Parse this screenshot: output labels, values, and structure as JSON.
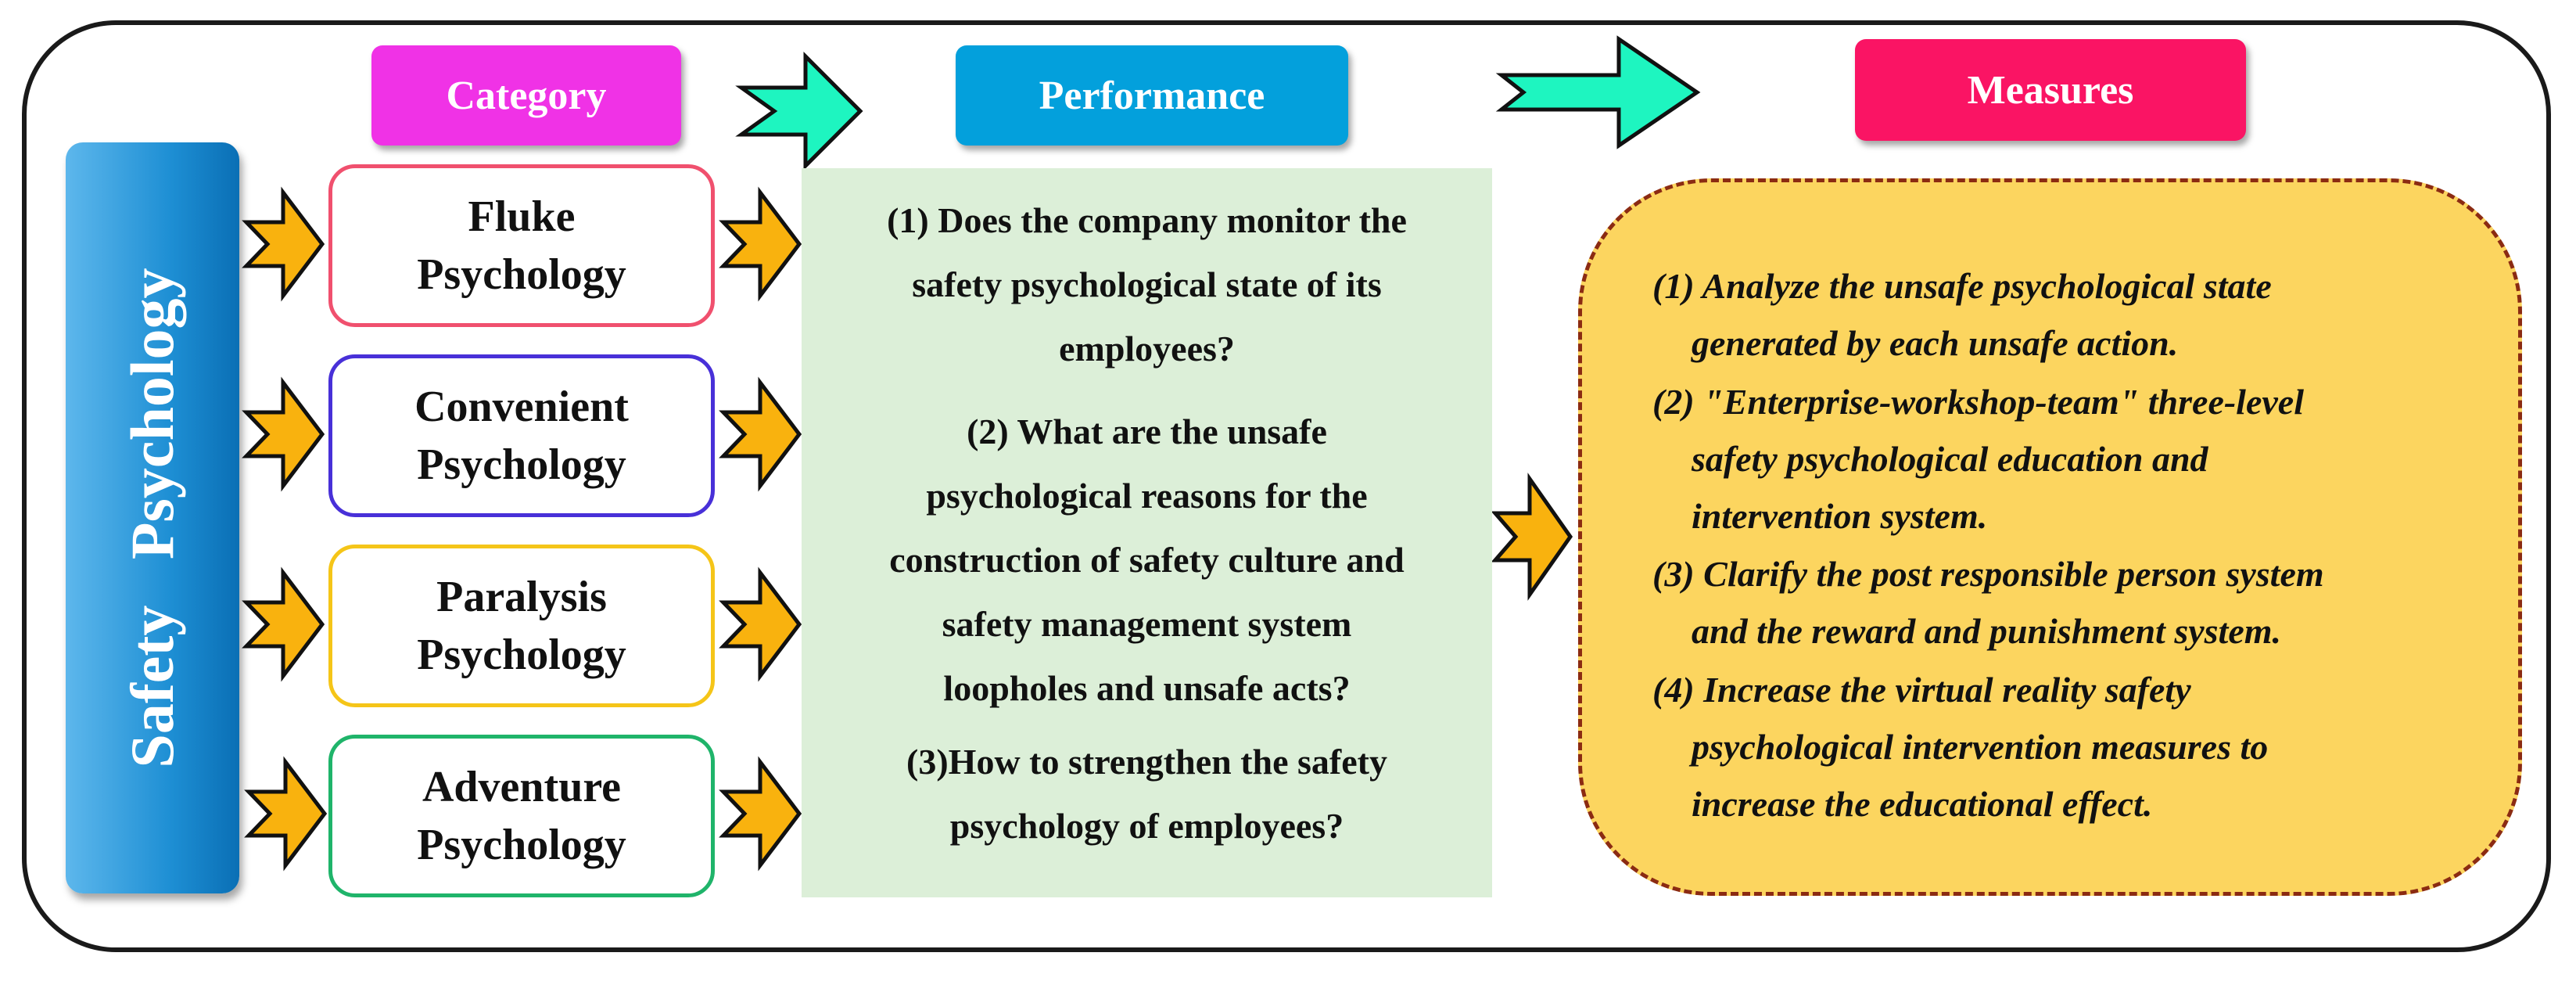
{
  "headers": {
    "category": "Category",
    "performance": "Performance",
    "measures": "Measures"
  },
  "safety_label": "Safety   Psychology",
  "categories": [
    {
      "line1": "Fluke",
      "line2": "Psychology",
      "border_color": "#f0506e"
    },
    {
      "line1": "Convenient",
      "line2": "Psychology",
      "border_color": "#4830d8"
    },
    {
      "line1": "Paralysis",
      "line2": "Psychology",
      "border_color": "#f5c518"
    },
    {
      "line1": "Adventure",
      "line2": "Psychology",
      "border_color": "#1fb46a"
    }
  ],
  "performance": [
    {
      "lines": [
        "(1) Does the company monitor the",
        "safety psychological state of its",
        "employees?"
      ]
    },
    {
      "lines": [
        "(2) What are the unsafe",
        "psychological reasons for the",
        "construction of safety culture and",
        "safety management system",
        "loopholes and unsafe acts?"
      ]
    },
    {
      "lines": [
        "(3)How to strengthen the safety",
        "psychology of employees?"
      ]
    }
  ],
  "measures": [
    {
      "lines": [
        "(1) Analyze the unsafe psychological state",
        "generated by each unsafe action."
      ]
    },
    {
      "lines": [
        "(2) \"Enterprise-workshop-team\" three-level",
        "safety psychological education and",
        "intervention system."
      ]
    },
    {
      "lines": [
        "(3) Clarify the post responsible person system",
        "and the reward and punishment system."
      ]
    },
    {
      "lines": [
        "(4) Increase the virtual reality safety",
        "psychological intervention measures to",
        "increase the educational effect."
      ]
    }
  ],
  "colors": {
    "category_header": "#f032e6",
    "performance_header": "#03a0dc",
    "measures_header": "#fa1464",
    "top_arrow_fill": "#1ef5c0",
    "small_arrow_fill": "#f9b20e",
    "performance_panel": "#dcefd8",
    "measures_panel": "#fcd55f"
  }
}
